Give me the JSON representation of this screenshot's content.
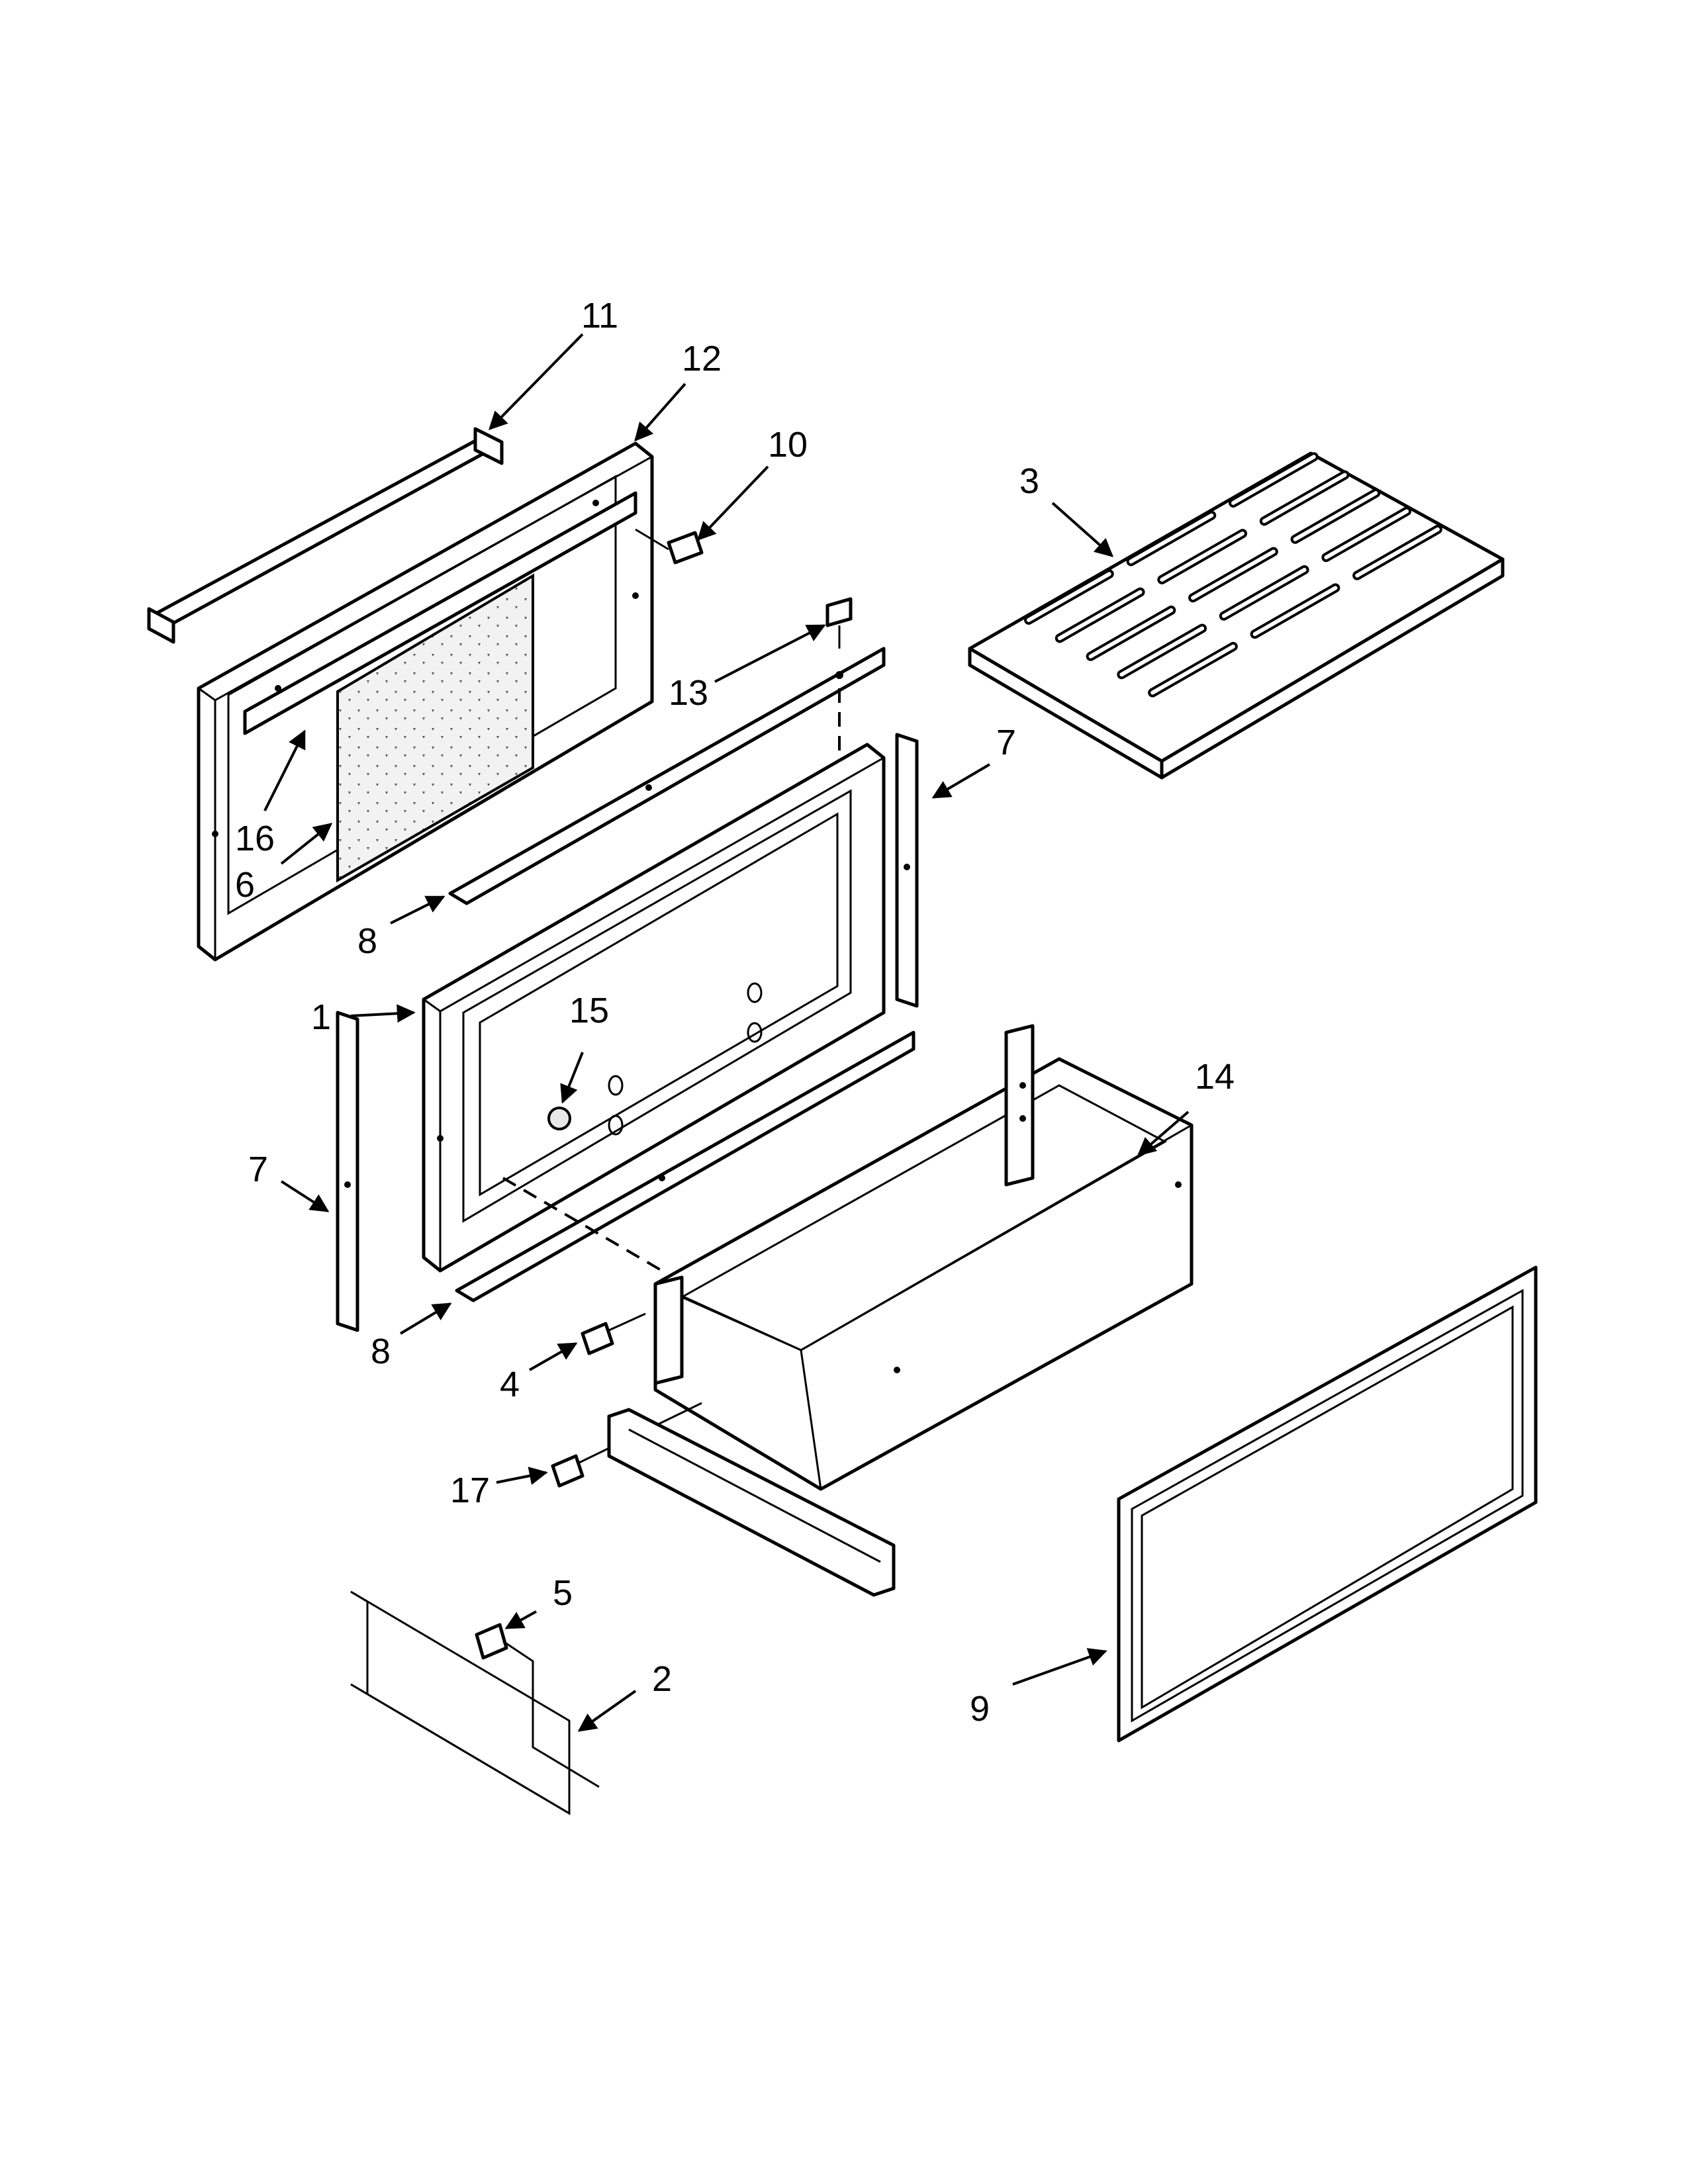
{
  "callouts": {
    "c1": "1",
    "c2": "2",
    "c3": "3",
    "c4": "4",
    "c5": "5",
    "c6": "6",
    "c7a": "7",
    "c7b": "7",
    "c8a": "8",
    "c8b": "8",
    "c9": "9",
    "c10": "10",
    "c11": "11",
    "c12": "12",
    "c13": "13",
    "c14": "14",
    "c15": "15",
    "c16": "16",
    "c17": "17"
  },
  "style": {
    "line_color": "#000000",
    "background": "#ffffff"
  }
}
